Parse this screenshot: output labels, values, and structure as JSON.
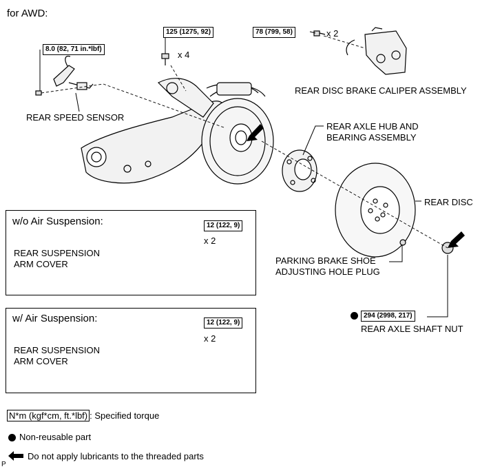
{
  "header": {
    "title": "for AWD:"
  },
  "torques": {
    "speed_sensor": "8.0 (82, 71 in.*lbf)",
    "arm_bolts": "125 (1275, 92)",
    "caliper_bolts": "78 (799, 58)",
    "cover_wo": "12 (122, 9)",
    "cover_w": "12 (122, 9)",
    "axle_nut": "294 (2998, 217)"
  },
  "counts": {
    "arm_bolts": "x 4",
    "caliper_bolts": "x 2",
    "cover_wo": "x 2",
    "cover_w": "x 2"
  },
  "labels": {
    "rear_speed_sensor": "REAR SPEED SENSOR",
    "caliper": "REAR DISC BRAKE CALIPER ASSEMBLY",
    "hub_line1": "REAR AXLE HUB AND",
    "hub_line2": "BEARING ASSEMBLY",
    "rear_disc": "REAR DISC",
    "plug_line1": "PARKING BRAKE SHOE",
    "plug_line2": "ADJUSTING HOLE PLUG",
    "axle_nut": "REAR AXLE SHAFT NUT"
  },
  "panels": {
    "without_air": {
      "title": "w/o Air Suspension:",
      "label_line1": "REAR SUSPENSION",
      "label_line2": "ARM COVER"
    },
    "with_air": {
      "title": "w/ Air Suspension:",
      "label_line1": "REAR SUSPENSION",
      "label_line2": "ARM COVER"
    }
  },
  "legend": {
    "torque_unit": "N*m (kgf*cm, ft.*lbf)",
    "torque_desc": ": Specified torque",
    "non_reusable": "Non-reusable part",
    "no_lubricant": "Do not apply lubricants to the threaded parts"
  },
  "footer": {
    "code": "P"
  }
}
